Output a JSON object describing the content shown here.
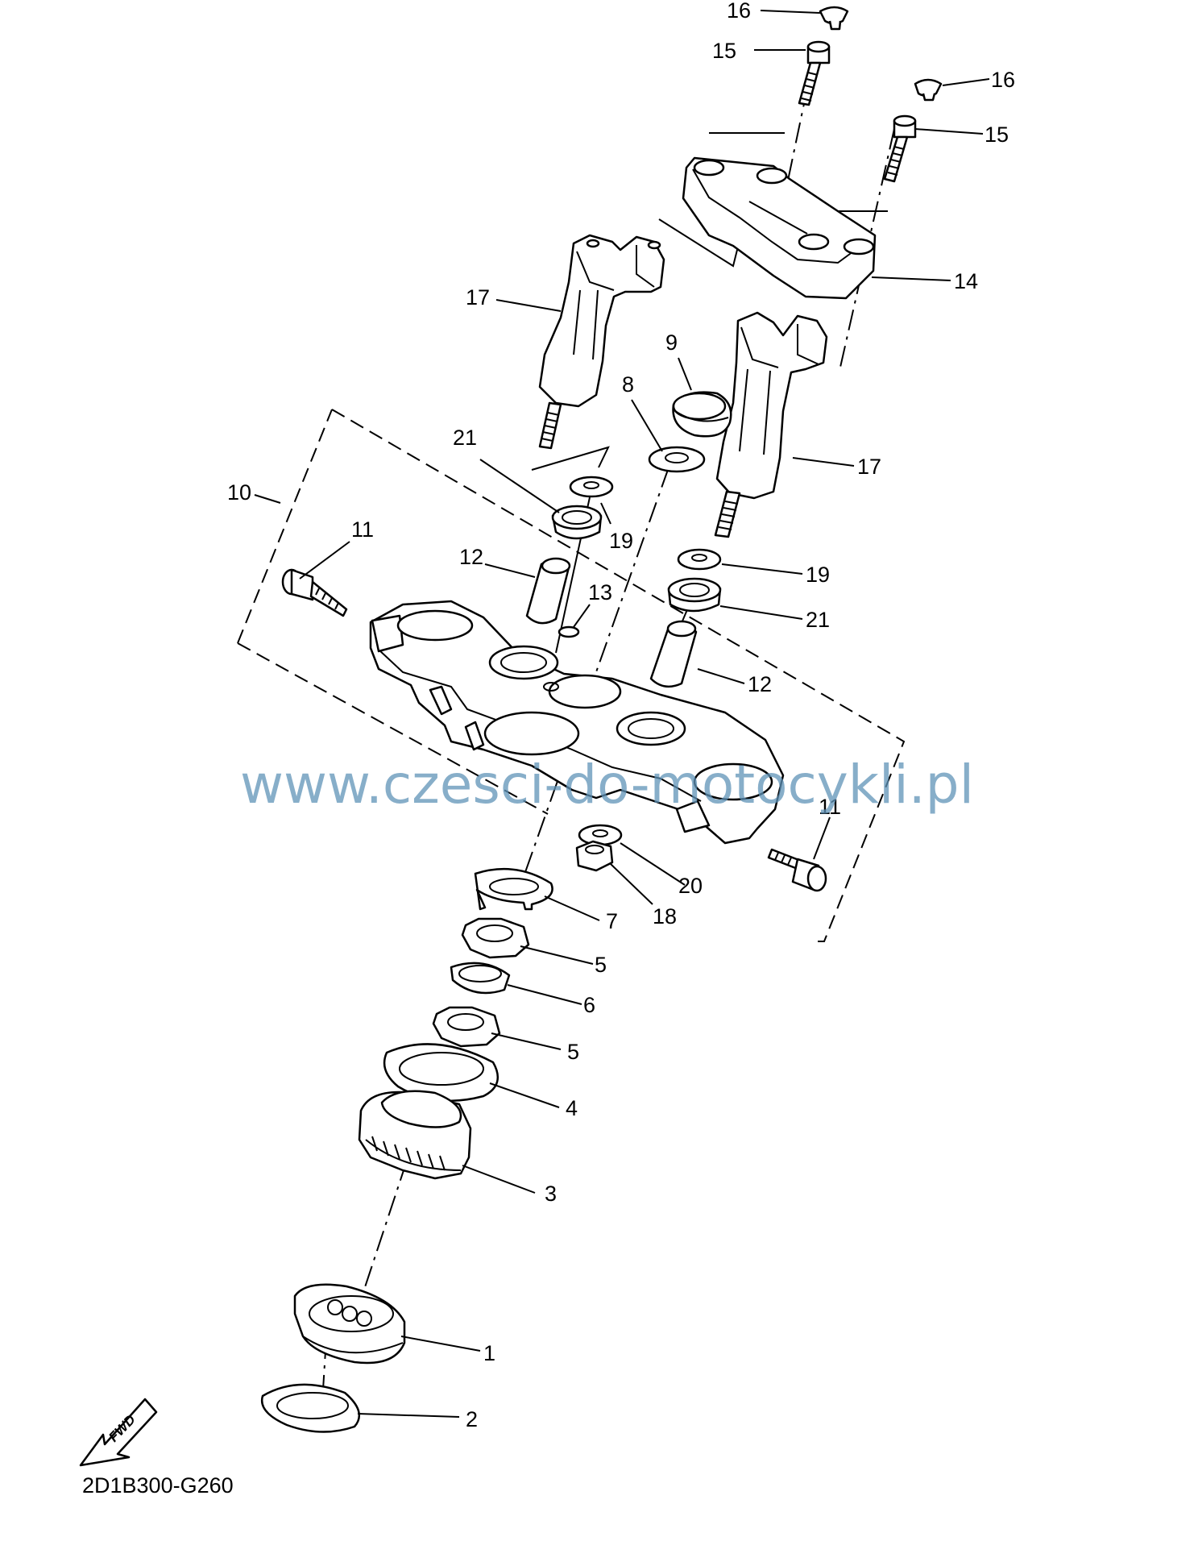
{
  "diagram_code": "2D1B300-G260",
  "watermark": "www.czesci-do-motocykli.pl",
  "fwd_label": "FWD",
  "callouts": [
    {
      "id": "c16a",
      "text": "16"
    },
    {
      "id": "c15a",
      "text": "15"
    },
    {
      "id": "c16b",
      "text": "16"
    },
    {
      "id": "c15b",
      "text": "15"
    },
    {
      "id": "c14",
      "text": "14"
    },
    {
      "id": "c17a",
      "text": "17"
    },
    {
      "id": "c9",
      "text": "9"
    },
    {
      "id": "c8",
      "text": "8"
    },
    {
      "id": "c17b",
      "text": "17"
    },
    {
      "id": "c21a",
      "text": "21"
    },
    {
      "id": "c19a",
      "text": "19"
    },
    {
      "id": "c10",
      "text": "10"
    },
    {
      "id": "c11a",
      "text": "11"
    },
    {
      "id": "c12a",
      "text": "12"
    },
    {
      "id": "c13",
      "text": "13"
    },
    {
      "id": "c19b",
      "text": "19"
    },
    {
      "id": "c21b",
      "text": "21"
    },
    {
      "id": "c12b",
      "text": "12"
    },
    {
      "id": "c11b",
      "text": "11"
    },
    {
      "id": "c20",
      "text": "20"
    },
    {
      "id": "c18",
      "text": "18"
    },
    {
      "id": "c7",
      "text": "7"
    },
    {
      "id": "c5a",
      "text": "5"
    },
    {
      "id": "c6",
      "text": "6"
    },
    {
      "id": "c5b",
      "text": "5"
    },
    {
      "id": "c4",
      "text": "4"
    },
    {
      "id": "c3",
      "text": "3"
    },
    {
      "id": "c1",
      "text": "1"
    },
    {
      "id": "c2",
      "text": "2"
    }
  ]
}
